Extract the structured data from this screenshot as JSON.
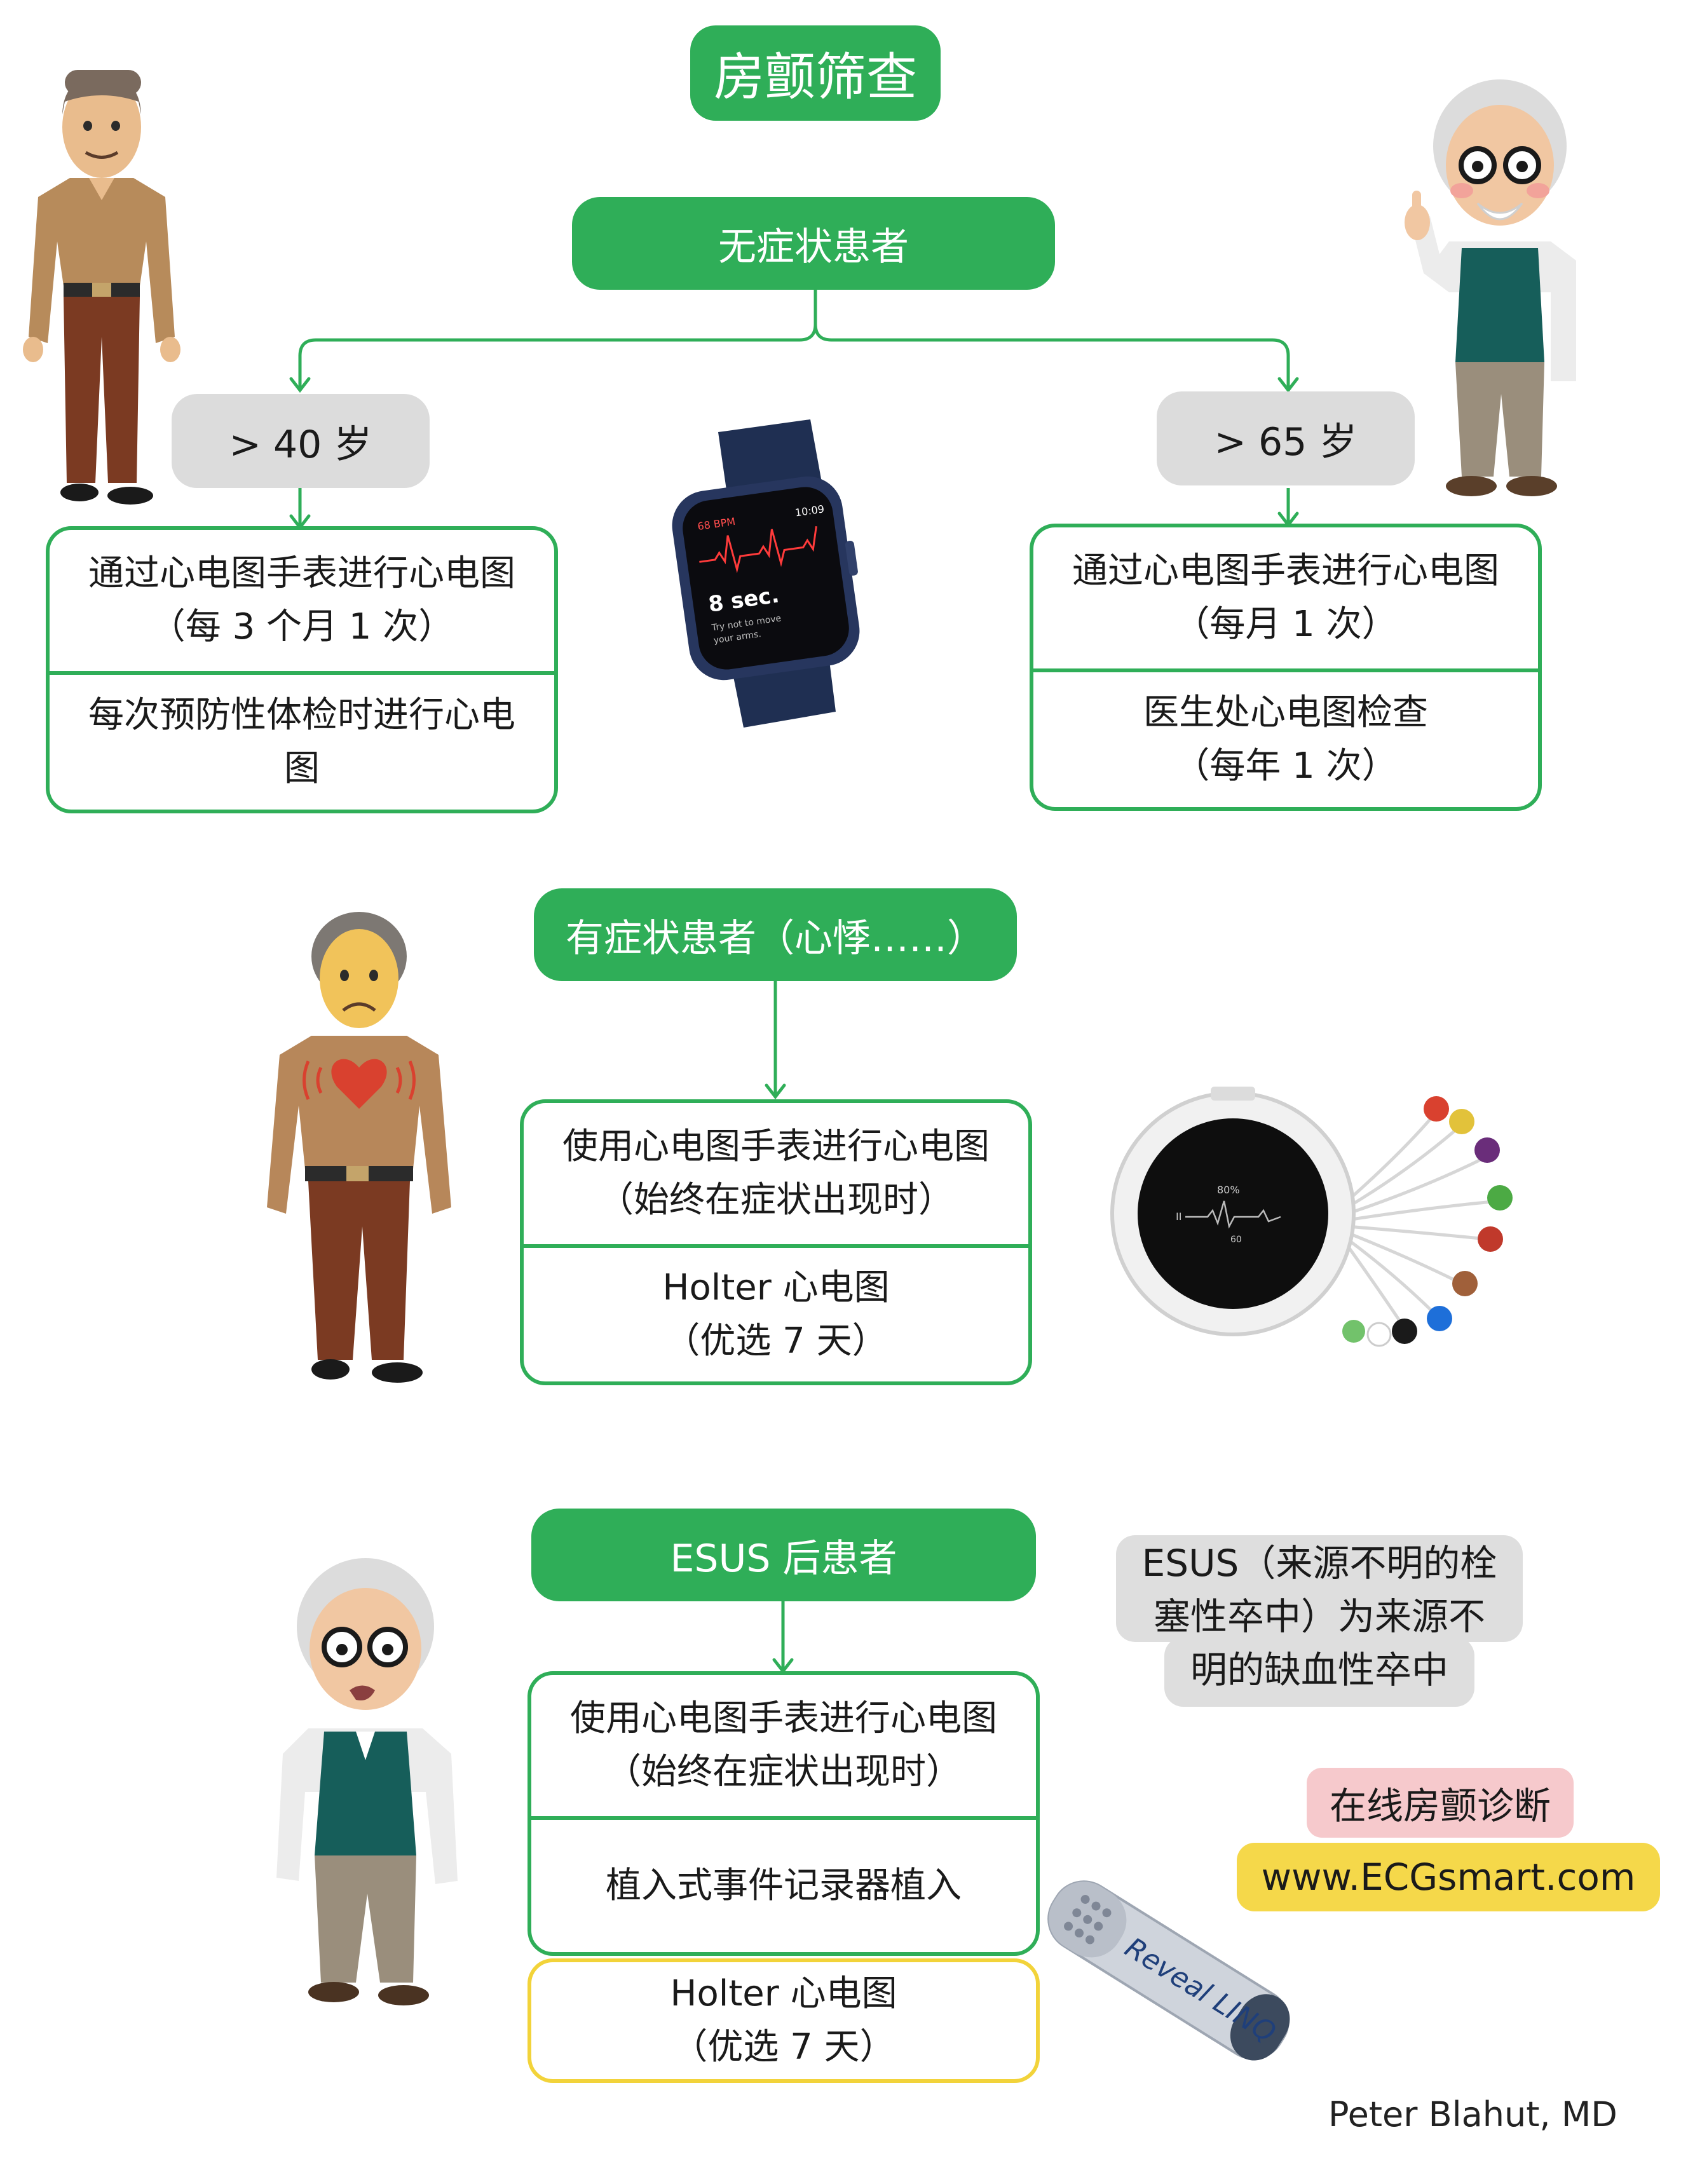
{
  "title": "房颤筛查",
  "asymptomatic": {
    "header": "无症状患者",
    "left": {
      "age": "> 40 岁",
      "cell1_line1": "通过心电图手表进行心电图",
      "cell1_line2": "（每 3 个月 1 次）",
      "cell2_line1": "每次预防性体检时进行心电",
      "cell2_line2": "图"
    },
    "right": {
      "age": "> 65 岁",
      "cell1_line1": "通过心电图手表进行心电图",
      "cell1_line2": "（每月 1 次）",
      "cell2_line1": "医生处心电图检查",
      "cell2_line2": "（每年 1 次）"
    },
    "watch": {
      "bpm": "68 BPM",
      "time": "10:09",
      "seconds": "8 sec.",
      "hint_line1": "Try not to move",
      "hint_line2": "your arms."
    }
  },
  "symptomatic": {
    "header": "有症状患者（心悸……）",
    "cell1_line1": "使用心电图手表进行心电图",
    "cell1_line2": "（始终在症状出现时）",
    "cell2_line1": "Holter 心电图",
    "cell2_line2": "（优选 7 天）",
    "holter": {
      "battery": "80%",
      "lead": "II",
      "hr": "60"
    }
  },
  "esus": {
    "header": "ESUS 后患者",
    "cell1_line1": "使用心电图手表进行心电图",
    "cell1_line2": "（始终在症状出现时）",
    "cell2": "植入式事件记录器植入",
    "cell3_line1": "Holter 心电图",
    "cell3_line2": "（优选 7 天）",
    "note_line1": "ESUS（来源不明的栓",
    "note_line2": "塞性卒中）为来源不",
    "note_line3": "明的缺血性卒中",
    "device_label": "Reveal LINQ"
  },
  "online": {
    "label": "在线房颤诊断",
    "url": "www.ECGsmart.com"
  },
  "author": "Peter Blahut, MD",
  "colors": {
    "green": "#2fae58",
    "gray": "#dcdcdc",
    "yellow": "#f2d33a",
    "pink": "#f6c9cc",
    "url_bg": "#f5d84a"
  }
}
